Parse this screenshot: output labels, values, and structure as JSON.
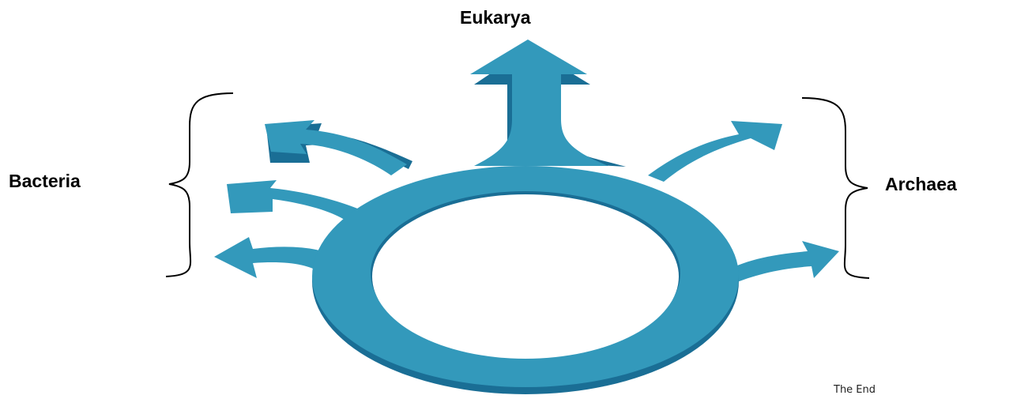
{
  "labels": {
    "top": "Eukarya",
    "left": "Bacteria",
    "right": "Archaea"
  },
  "footer": "The End",
  "colors": {
    "arrow_face": "#3399bb",
    "arrow_shadow": "#1a6e95",
    "text": "#000000"
  },
  "icons": {
    "left_group": "curly-brace-icon",
    "right_group": "curly-brace-icon"
  }
}
